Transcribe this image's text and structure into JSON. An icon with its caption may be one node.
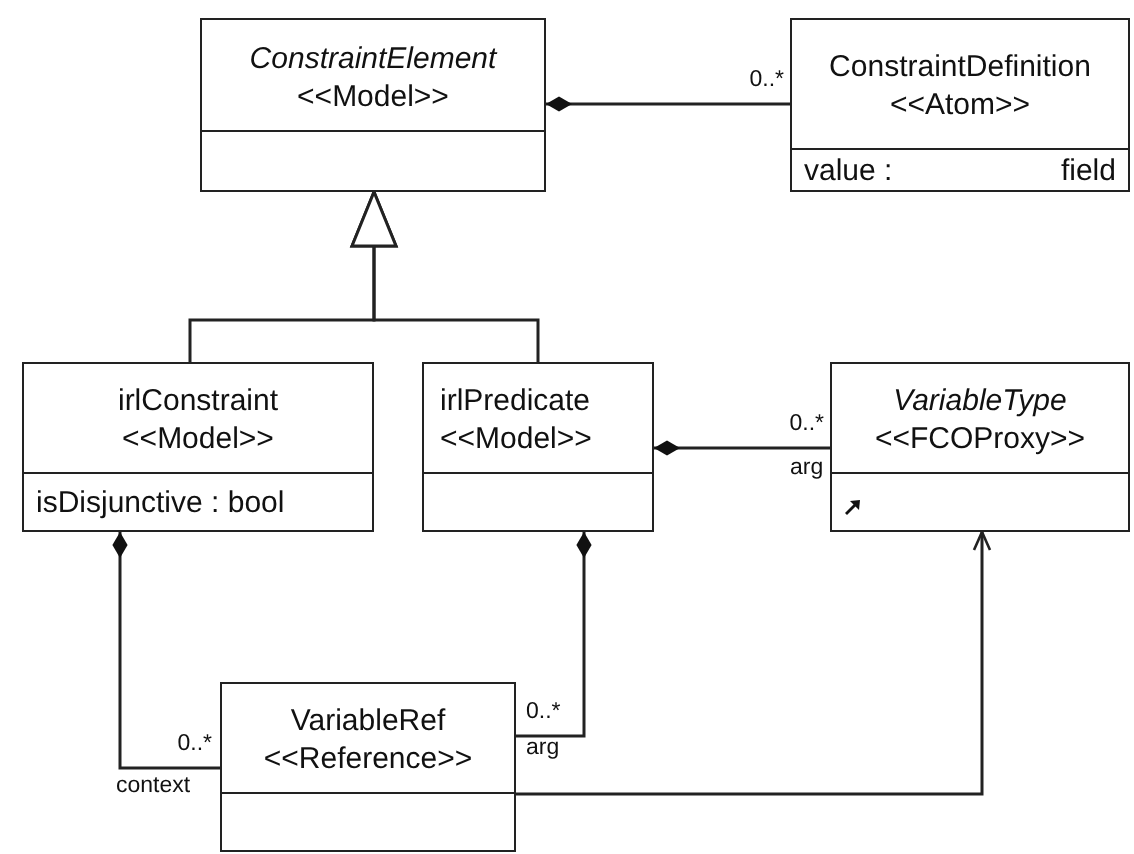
{
  "diagram": {
    "nodes": [
      {
        "text": [
          "*ConstraintElement*",
          "<<Model>>"
        ]
      },
      {
        "text": [
          "ConstraintDefinition",
          "<<Atom>>",
          "value :",
          "field"
        ]
      },
      {
        "text": [
          "irlConstraint",
          "<<Model>>",
          "isDisjunctive : bool"
        ]
      },
      {
        "text": [
          "irlPredicate",
          "<<Model>>"
        ]
      },
      {
        "text": [
          "*VariableType*",
          "<<FCOProxy>>"
        ]
      },
      {
        "text": [
          "VariableRef",
          "<<Reference>>"
        ]
      }
    ],
    "edges": [
      {
        "from": 0,
        "to": 1,
        "arrow": "other",
        "label": "0..*"
      },
      {
        "from": 2,
        "to": 0,
        "arrow": "to"
      },
      {
        "from": 3,
        "to": 0,
        "arrow": "to"
      },
      {
        "from": 3,
        "to": 4,
        "arrow": "other",
        "label": "0..*"
      },
      {
        "from": 2,
        "to": 5,
        "arrow": "other",
        "label": "0..*"
      },
      {
        "from": 3,
        "to": 5,
        "arrow": "other",
        "label": "0..*"
      },
      {
        "from": 5,
        "to": 4,
        "arrow": "to"
      }
    ],
    "labels": [
      "arg",
      "context",
      "arg"
    ]
  }
}
